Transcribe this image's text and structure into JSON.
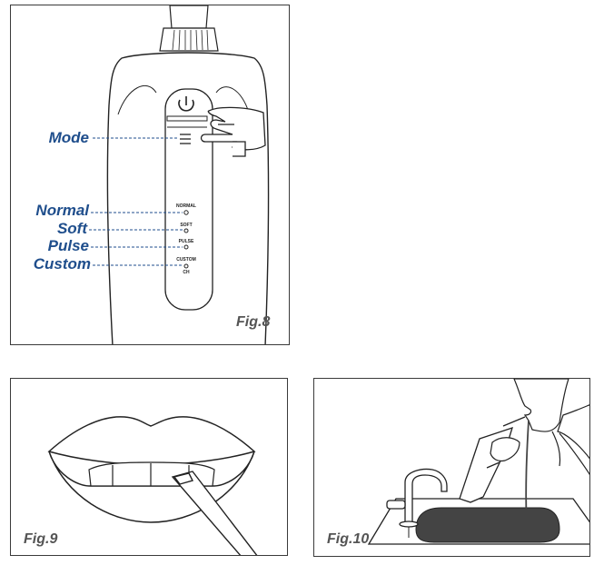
{
  "fig8": {
    "label": "Fig.8",
    "callouts": {
      "mode": "Mode",
      "normal": "Normal",
      "soft": "Soft",
      "pulse": "Pulse",
      "custom": "Custom"
    },
    "device_labels": {
      "normal": "NORMAL",
      "soft": "SOFT",
      "pulse": "PULSE",
      "custom": "CUSTOM",
      "ch": "CH"
    }
  },
  "fig9": {
    "label": "Fig.9"
  },
  "fig10": {
    "label": "Fig.10"
  },
  "colors": {
    "callout": "#1f4e8c",
    "figure_label": "#555555",
    "line": "#222222"
  }
}
